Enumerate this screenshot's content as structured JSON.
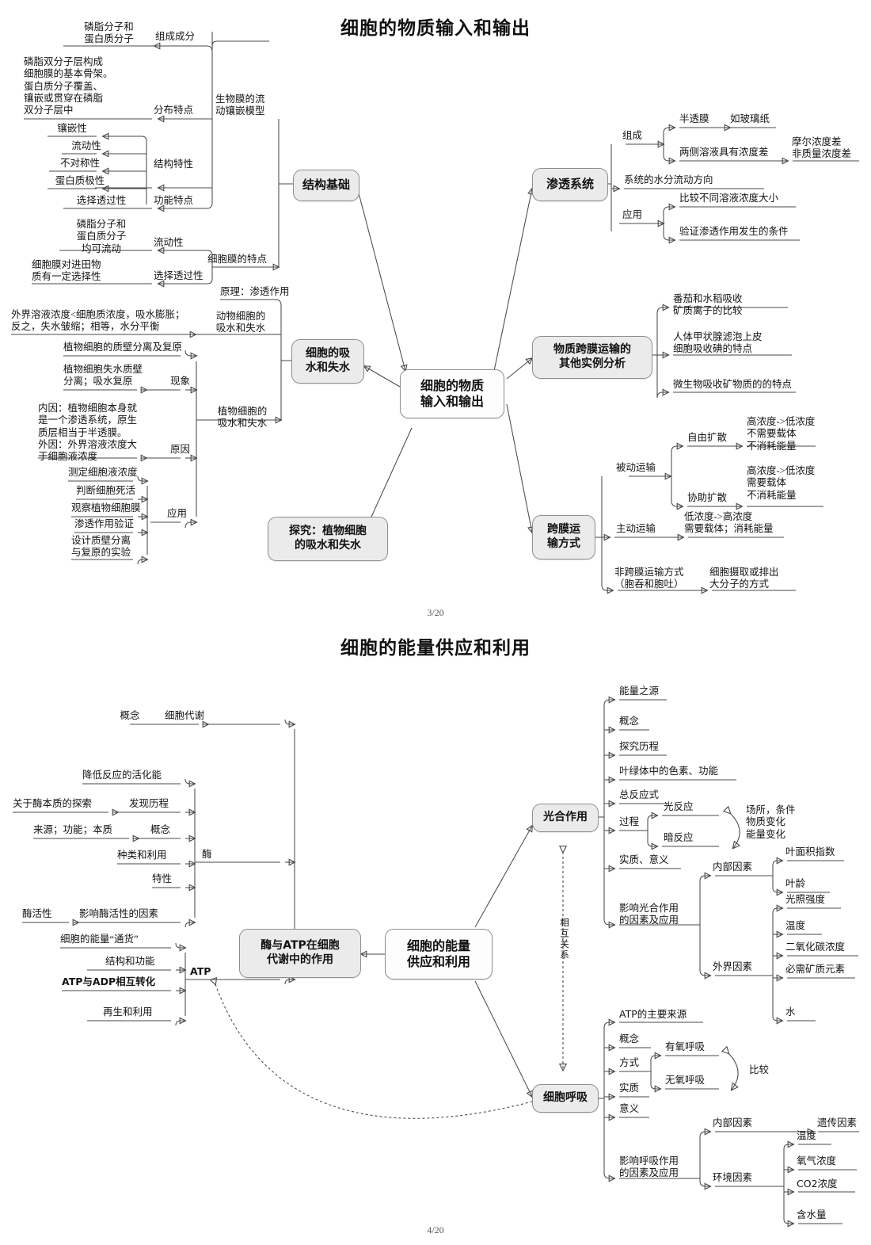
{
  "document": {
    "pages": [
      {
        "page_label": "3/20",
        "title": "细胞的物质输入和输出",
        "central_node": "细胞的物质\n输入和输出",
        "branches": [
          {
            "node": "结构基础",
            "children": [
              {
                "label": "生物膜的流\n动镶嵌模型",
                "children": [
                  {
                    "label": "组成成分",
                    "leaves": [
                      "磷脂分子和\n蛋白质分子"
                    ]
                  },
                  {
                    "label": "分布特点",
                    "leaves": [
                      "磷脂双分子层构成\n细胞膜的基本骨架。\n蛋白质分子覆盖、\n镶嵌或贯穿在磷脂\n双分子层中"
                    ]
                  },
                  {
                    "label": "结构特性",
                    "leaves": [
                      "镶嵌性",
                      "流动性",
                      "不对称性",
                      "蛋白质极性"
                    ]
                  },
                  {
                    "label": "功能特点",
                    "leaves": [
                      "选择透过性"
                    ]
                  }
                ]
              },
              {
                "label": "细胞膜的特点",
                "children": [
                  {
                    "label": "流动性",
                    "leaves": [
                      "磷脂分子和\n蛋白质分子\n均可流动"
                    ]
                  },
                  {
                    "label": "选择透过性",
                    "leaves": [
                      "细胞膜对进田物\n质有一定选择性"
                    ]
                  }
                ]
              }
            ]
          },
          {
            "node": "渗透系统",
            "children": [
              {
                "label": "组成",
                "leaves_with_sub": [
                  {
                    "label": "半透膜",
                    "sub": [
                      "如玻璃纸"
                    ]
                  },
                  {
                    "label": "两侧溶液具有浓度差",
                    "sub": [
                      "摩尔浓度差\n非质量浓度差"
                    ]
                  }
                ]
              },
              {
                "label": "系统的水分流动方向",
                "leaves": []
              },
              {
                "label": "应用",
                "leaves": [
                  "比较不同溶液浓度大小",
                  "验证渗透作用发生的条件"
                ]
              }
            ]
          },
          {
            "node": "细胞的吸\n水和失水",
            "children": [
              {
                "label": "原理：渗透作用",
                "leaves": []
              },
              {
                "label": "动物细胞的\n吸水和失水",
                "leaves": [
                  "外界溶液浓度<细胞质浓度，吸水膨胀；\n反之，失水皱缩；相等，水分平衡"
                ]
              },
              {
                "label": "植物细胞的\n吸水和失水",
                "children": [
                  {
                    "label": "",
                    "leaves": [
                      "植物细胞的质壁分离及复原"
                    ]
                  },
                  {
                    "label": "现象",
                    "leaves": [
                      "植物细胞失水质壁\n分离；吸水复原"
                    ]
                  },
                  {
                    "label": "原因",
                    "leaves": [
                      "内因：植物细胞本身就\n是一个渗透系统，原生\n质层相当于半透膜。\n外因：外界溶液浓度大\n于细胞液浓度"
                    ]
                  },
                  {
                    "label": "应用",
                    "leaves": [
                      "测定细胞液浓度",
                      "判断细胞死活",
                      "观察植物细胞膜",
                      "渗透作用验证",
                      "设计质壁分离\n与复原的实验"
                    ]
                  }
                ]
              }
            ]
          },
          {
            "node": "物质跨膜运输的\n其他实例分析",
            "leaves": [
              "番茄和水稻吸收\n矿质离子的比较",
              "人体甲状腺滤泡上皮\n细胞吸收碘的特点",
              "微生物吸收矿物质的的特点"
            ]
          },
          {
            "node": "跨膜运\n输方式",
            "children": [
              {
                "label": "被动运输",
                "leaves_with_sub": [
                  {
                    "label": "自由扩散",
                    "sub": [
                      "高浓度->低浓度\n不需要载体\n不消耗能量"
                    ]
                  },
                  {
                    "label": "协助扩散",
                    "sub": [
                      "高浓度->低浓度\n需要载体\n不消耗能量"
                    ]
                  }
                ]
              },
              {
                "label": "主动运输",
                "leaves": [
                  "低浓度->高浓度\n需要载体；消耗能量"
                ]
              },
              {
                "label": "非跨膜运输方式\n（胞吞和胞吐）",
                "leaves": [
                  "细胞摄取或排出\n大分子的方式"
                ]
              }
            ]
          },
          {
            "node": "探究：植物细胞\n的吸水和失水",
            "children": []
          }
        ]
      },
      {
        "page_label": "4/20",
        "title": "细胞的能量供应和利用",
        "central_node": "细胞的能量\n供应和利用",
        "relation_label": "相互关系",
        "branches": [
          {
            "node": "酶与ATP在细胞\n代谢中的作用",
            "children": [
              {
                "label": "细胞代谢",
                "leaves": [
                  "概念"
                ]
              },
              {
                "label": "酶",
                "leaves_with_sub": [
                  {
                    "label": "降低反应的活化能",
                    "sub": []
                  },
                  {
                    "label": "发现历程",
                    "sub": [
                      "关于酶本质的探索"
                    ]
                  },
                  {
                    "label": "概念",
                    "sub": [
                      "来源；功能；本质"
                    ]
                  },
                  {
                    "label": "种类和利用",
                    "sub": []
                  },
                  {
                    "label": "特性",
                    "sub": []
                  },
                  {
                    "label": "影响酶活性的因素",
                    "sub": [
                      "酶活性"
                    ]
                  }
                ]
              },
              {
                "label": "ATP",
                "leaves": [
                  "细胞的能量“通货”",
                  "结构和功能",
                  "ATP与ADP相互转化",
                  "再生和利用"
                ]
              }
            ]
          },
          {
            "node": "光合作用",
            "children": [
              {
                "label": "能量之源"
              },
              {
                "label": "概念"
              },
              {
                "label": "探究历程"
              },
              {
                "label": "叶绿体中的色素、功能"
              },
              {
                "label": "总反应式"
              },
              {
                "label": "过程",
                "leaves": [
                  "光反应",
                  "暗反应"
                ],
                "annotation": "场所，条件\n物质变化\n能量变化"
              },
              {
                "label": "实质、意义"
              },
              {
                "label": "影响光合作用\n的因素及应用",
                "groups": [
                  {
                    "label": "内部因素",
                    "items": [
                      "叶面积指数",
                      "叶龄"
                    ]
                  },
                  {
                    "label": "外界因素",
                    "items": [
                      "光照强度",
                      "温度",
                      "二氧化碳浓度",
                      "必需矿质元素",
                      "水"
                    ]
                  }
                ]
              }
            ]
          },
          {
            "node": "细胞呼吸",
            "children": [
              {
                "label": "ATP的主要来源"
              },
              {
                "label": "概念"
              },
              {
                "label": "方式",
                "leaves": [
                  "有氧呼吸",
                  "无氧呼吸"
                ],
                "annotation": "比较"
              },
              {
                "label": "实质"
              },
              {
                "label": "意义"
              },
              {
                "label": "影响呼吸作用\n的因素及应用",
                "groups": [
                  {
                    "label": "内部因素",
                    "items": [
                      "遗传因素"
                    ]
                  },
                  {
                    "label": "环境因素",
                    "items": [
                      "温度",
                      "氧气浓度",
                      "CO2浓度",
                      "含水量"
                    ]
                  }
                ]
              }
            ]
          }
        ]
      }
    ]
  }
}
